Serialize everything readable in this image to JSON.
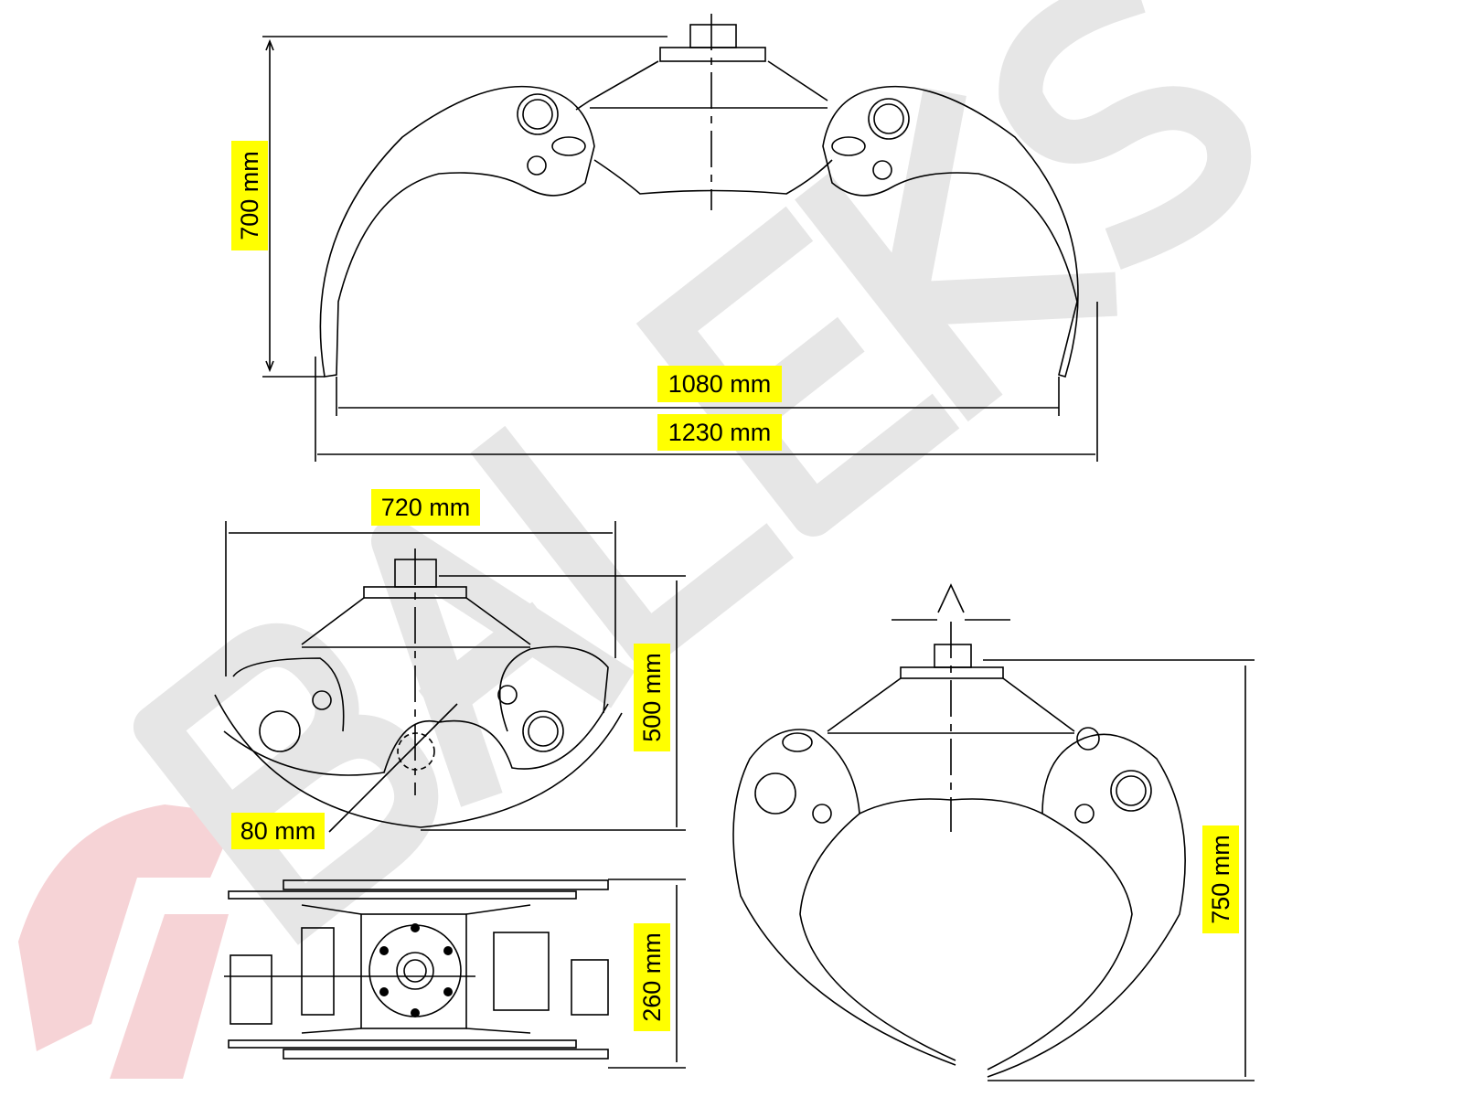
{
  "watermark": {
    "text": "BALEKS",
    "logo_color": "#f2c4c8",
    "text_color": "#e6e6e6"
  },
  "dimensions": {
    "top_view_height": "700 mm",
    "tip_width": "1080 mm",
    "overall_width": "1230 mm",
    "closed_width": "720 mm",
    "closed_height": "500 mm",
    "min_diameter": "80 mm",
    "body_depth": "260 mm",
    "side_view_height": "750 mm"
  },
  "colors": {
    "highlight": "#ffff00",
    "line": "#000000"
  }
}
